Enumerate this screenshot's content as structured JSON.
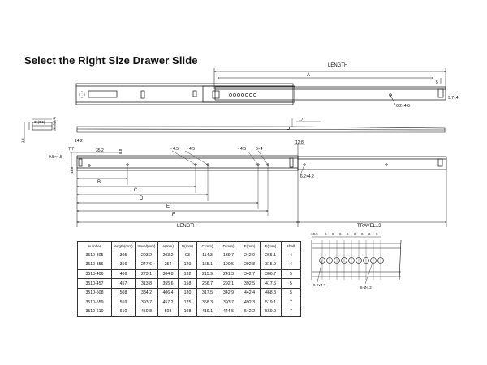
{
  "page": {
    "title": "Select the Right Size Drawer Slide"
  },
  "labels": {
    "length_top": "LENGTH",
    "a": "A",
    "b": "B",
    "c": "C",
    "d": "D",
    "e": "E",
    "f": "F",
    "length_bottom": "LENGTH",
    "travel": "TRAVEL±3",
    "dim_5": "5",
    "dim_9_7x4": "9.7×4",
    "dim_6_2x4_6_top": "6.2×4.6",
    "dim_17": "17",
    "dim_14_2": "14.2",
    "dim_7_7": "7.7",
    "dim_35_2": "35.2",
    "dim_9_5x4_5": "9.5×4.5",
    "dim_6_8": "6.8",
    "dim_minus_4_5_a": "- 4.5",
    "dim_minus_4_5_b": "- 4.5",
    "dim_minus_4_5_c": "- 4.5",
    "dim_6x4": "6×4",
    "dim_12_8": "12.8",
    "dim_6_2x4_2": "6.2×4.2",
    "dim_11_6": "11.6",
    "dim_35_0_0_5": "35(0.5)",
    "dim_12_5_0_2": "12.5(0.2)",
    "dim_1_4": "1.4",
    "detail_top_dims": [
      "10.5",
      "6",
      "6",
      "6",
      "6",
      "6",
      "6",
      "6",
      "6"
    ],
    "detail_5_2x4_2": "5.2×4.2",
    "detail_5_2x4_2_b": "5-Ø4.2"
  },
  "table": {
    "headers": [
      "number",
      "length(mm)",
      "travel(mm)",
      "A(mm)",
      "B(mm)",
      "C(mm)",
      "D(mm)",
      "E(mm)",
      "F(mm)",
      "shelf"
    ],
    "rows": [
      [
        "3510-305",
        "305",
        "203.2",
        "203.2",
        "93",
        "114.3",
        "139.7",
        "242.9",
        "265.1",
        "4"
      ],
      [
        "3510-356",
        "356",
        "247.6",
        "254",
        "120",
        "165.1",
        "190.5",
        "292.8",
        "315.9",
        "4"
      ],
      [
        "3510-406",
        "406",
        "273.1",
        "304.8",
        "132",
        "215.9",
        "241.3",
        "342.7",
        "366.7",
        "5"
      ],
      [
        "3510-457",
        "457",
        "313.8",
        "355.6",
        "158",
        "266.7",
        "292.1",
        "392.5",
        "417.5",
        "5"
      ],
      [
        "3510-508",
        "508",
        "384.2",
        "406.4",
        "180",
        "317.5",
        "342.9",
        "442.4",
        "468.3",
        "5"
      ],
      [
        "3510-559",
        "559",
        "393.7",
        "457.2",
        "175",
        "368.3",
        "393.7",
        "492.3",
        "519.1",
        "7"
      ],
      [
        "3510-610",
        "610",
        "450.8",
        "508",
        "198",
        "419.1",
        "444.5",
        "542.2",
        "569.9",
        "7"
      ]
    ]
  }
}
